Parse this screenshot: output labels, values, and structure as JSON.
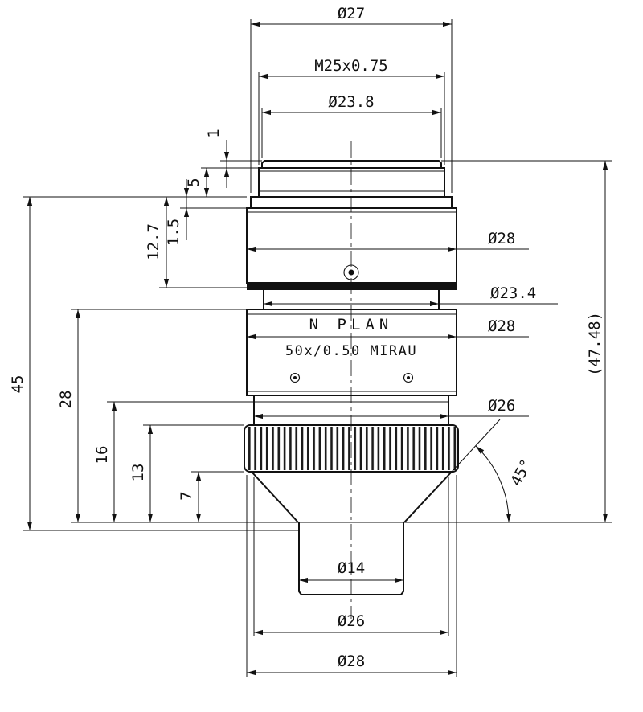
{
  "engraving": {
    "line1": "N PLAN",
    "line2": "50x/0.50 MIRAU"
  },
  "dims": {
    "d27": "Ø27",
    "thread": "M25x0.75",
    "d238": "Ø23.8",
    "h1": "1",
    "h5": "5",
    "h15": "1.5",
    "h127": "12.7",
    "d28_upper": "Ø28",
    "d234": "Ø23.4",
    "d28_body": "Ø28",
    "d26_grip": "Ø26",
    "h45": "45",
    "h28": "28",
    "h16": "16",
    "h13": "13",
    "h7": "7",
    "total": "(47.48)",
    "angle": "45°",
    "d14": "Ø14",
    "d26_lower": "Ø26",
    "d28_lower": "Ø28"
  },
  "colors": {
    "line": "#111111",
    "background": "#ffffff"
  }
}
